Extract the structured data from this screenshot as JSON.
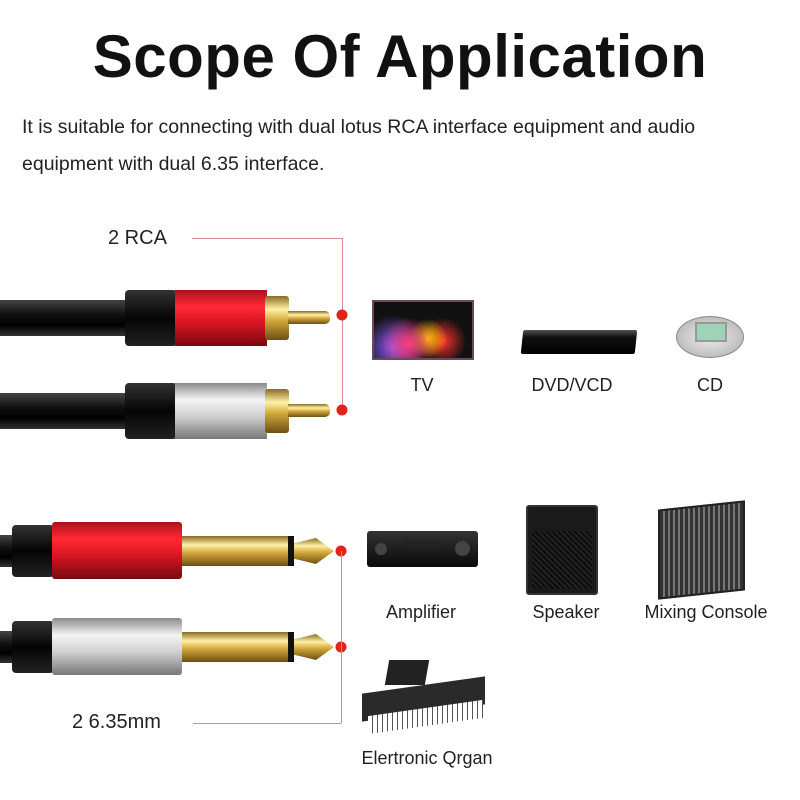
{
  "title": "Scope Of Application",
  "description": [
    "It is suitable for connecting with dual lotus RCA interface equipment and audio",
    "equipment with dual 6.35 interface."
  ],
  "connectors": {
    "rca_label": "2 RCA",
    "jack_label": "2 6.35mm"
  },
  "devices": {
    "tv": "TV",
    "dvd": "DVD/VCD",
    "cd": "CD",
    "amplifier": "Amplifier",
    "speaker": "Speaker",
    "mixer": "Mixing Console",
    "organ": "Elertronic Qrgan"
  },
  "colors": {
    "accent": "#e2231a",
    "line": "#d98a8a"
  }
}
